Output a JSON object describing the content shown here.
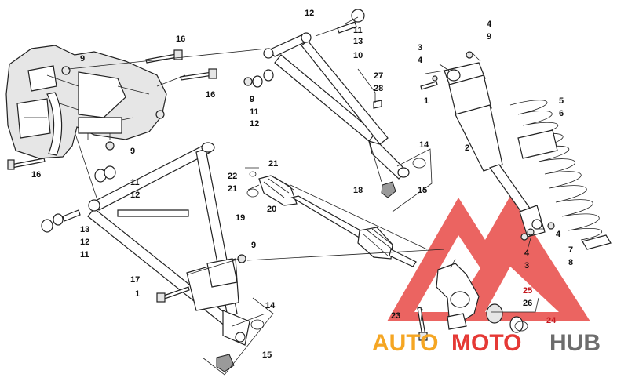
{
  "diagram": {
    "callouts": {
      "p1a": "1",
      "p1b": "1",
      "p2": "2",
      "p3a": "3",
      "p3b": "3",
      "p4a": "4",
      "p4b": "4",
      "p4c": "4",
      "p4d": "4",
      "p5": "5",
      "p6": "6",
      "p7": "7",
      "p8": "8",
      "p9a": "9",
      "p9b": "9",
      "p9c": "9",
      "p9d": "9",
      "p9e": "9",
      "p10": "10",
      "p11a": "11",
      "p11b": "11",
      "p11c": "11",
      "p11d": "11",
      "p12a": "12",
      "p12b": "12",
      "p12c": "12",
      "p12d": "12",
      "p13a": "13",
      "p13b": "13",
      "p14a": "14",
      "p14b": "14",
      "p15a": "15",
      "p15b": "15",
      "p16a": "16",
      "p16b": "16",
      "p16c": "16",
      "p17": "17",
      "p18": "18",
      "p19": "19",
      "p20": "20",
      "p21a": "21",
      "p21b": "21",
      "p22": "22",
      "p23": "23",
      "p24": "24",
      "p25": "25",
      "p26": "26",
      "p27": "27",
      "p28": "28"
    }
  },
  "watermark": {
    "part_a": "AUTO",
    "part_b": "MOTO",
    "part_c": "HUB",
    "colors": {
      "orange": "#f5a623",
      "red": "#e53935",
      "gray": "#6d6d6d"
    }
  }
}
